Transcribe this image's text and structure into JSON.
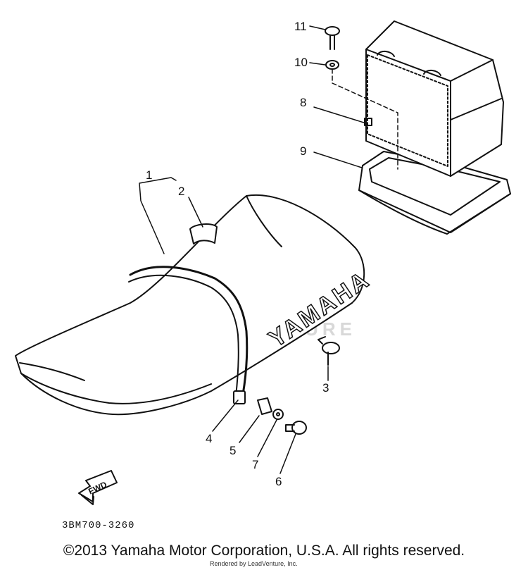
{
  "callouts": {
    "c1": "1",
    "c2": "2",
    "c3": "3",
    "c4": "4",
    "c5": "5",
    "c6": "6",
    "c7": "7",
    "c8": "8",
    "c9": "9",
    "c10": "10",
    "c11": "11"
  },
  "seat_brand": "YAMAHA",
  "fwd_label": "FWD",
  "part_code": "3BM700-3260",
  "copyright": "©2013 Yamaha Motor Corporation, U.S.A. All rights reserved.",
  "rendered_by": "Rendered by LeadVenture, Inc.",
  "watermark": "LEADVENTURE"
}
